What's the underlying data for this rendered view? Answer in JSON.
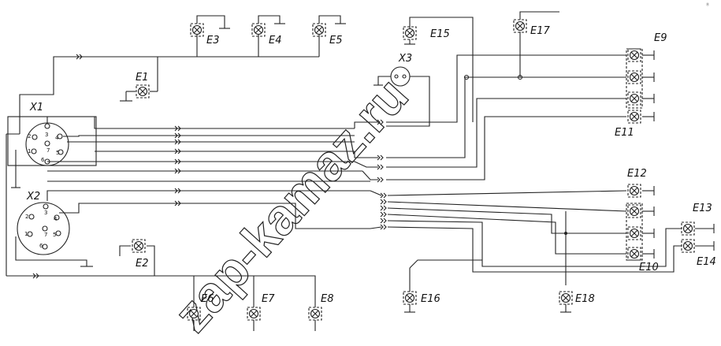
{
  "diagram": {
    "lamps": {
      "e1": "E1",
      "e2": "E2",
      "e3": "E3",
      "e4": "E4",
      "e5": "E5",
      "e6": "E6",
      "e7": "E7",
      "e8": "E8",
      "e9": "E9",
      "e10": "E10",
      "e11": "E11",
      "e12": "E12",
      "e13": "E13",
      "e14": "E14",
      "e15": "E15",
      "e16": "E16",
      "e17": "E17",
      "e18": "E18"
    },
    "connectors": {
      "x1": "X1",
      "x2": "X2",
      "x3": "X3"
    },
    "pins": {
      "x1": [
        "2",
        "1",
        "3",
        "7",
        "4",
        "5",
        "6"
      ],
      "x2": [
        "2",
        "1",
        "3",
        "7",
        "4",
        "5",
        "6"
      ]
    },
    "watermark": "zap-kamaz.ru",
    "corner_mark": "Ⓡ"
  }
}
